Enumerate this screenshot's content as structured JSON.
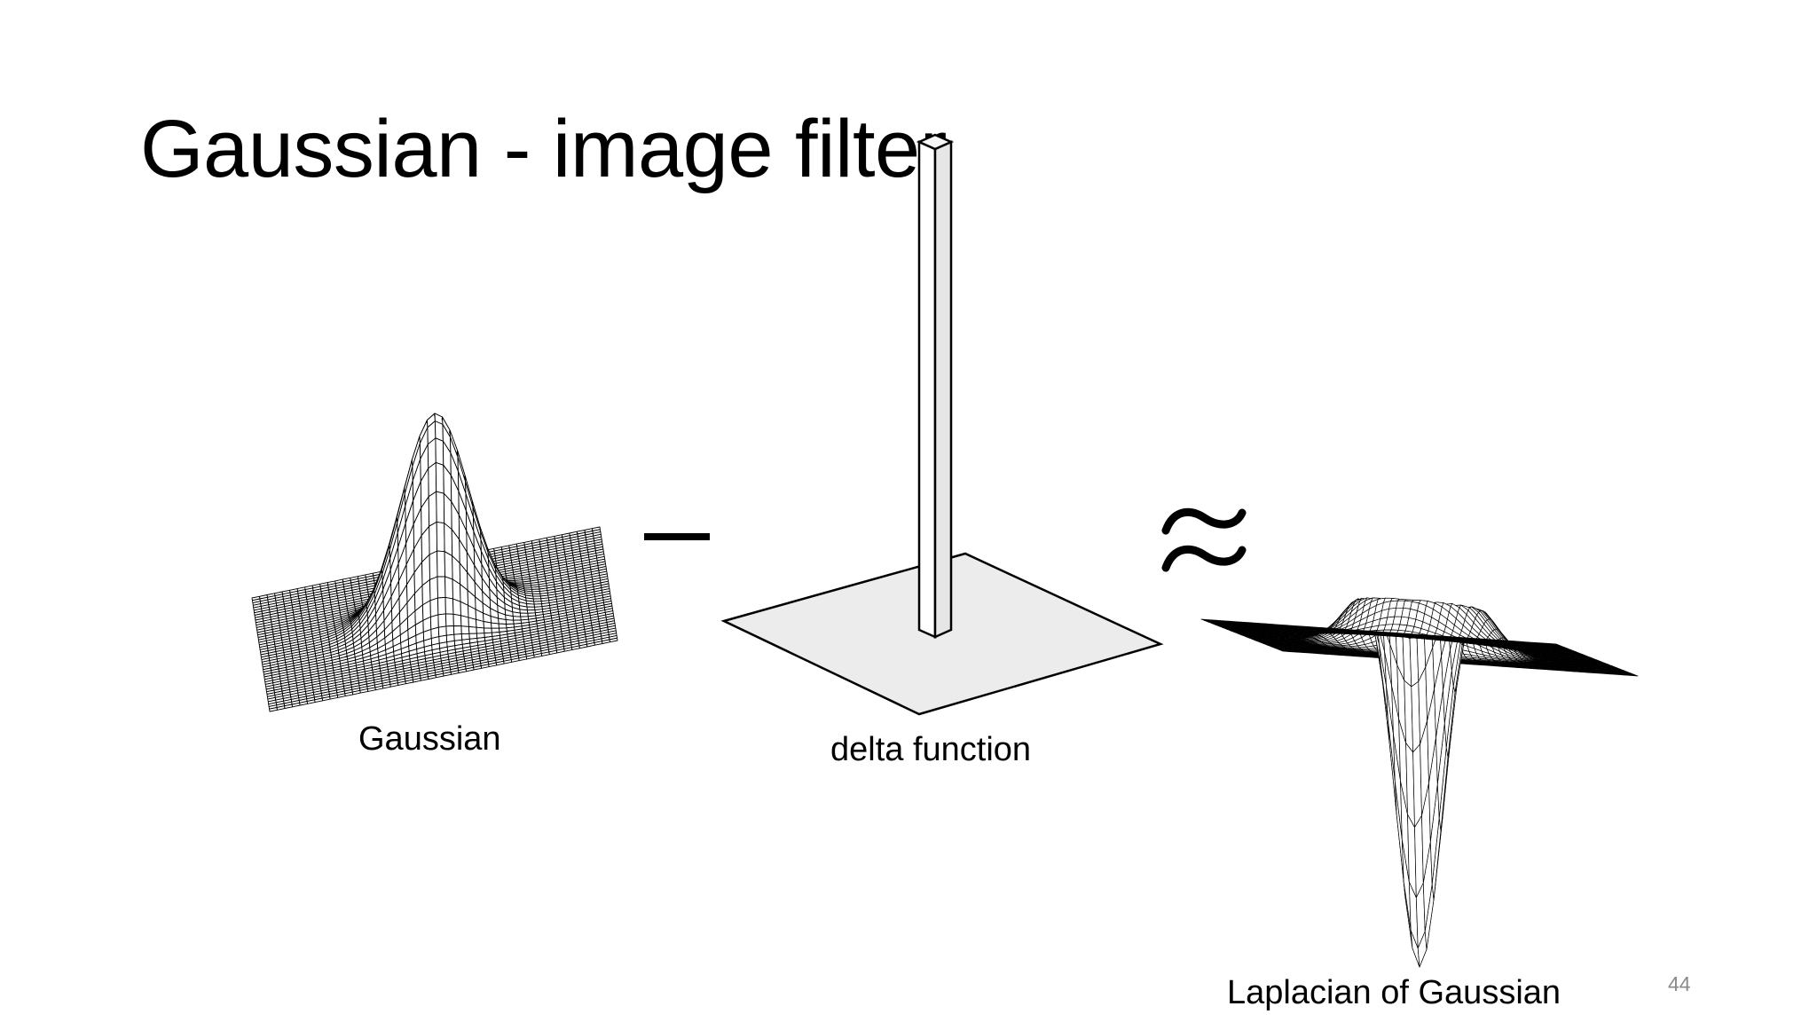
{
  "slide": {
    "title": "Gaussian - image filter",
    "page_number": "44"
  },
  "captions": {
    "gaussian": "Gaussian",
    "delta": "delta function",
    "log": "Laplacian of Gaussian"
  },
  "operators": {
    "minus": "minus-sign",
    "approx": "approximately-equal-sign"
  },
  "colors": {
    "text": "#000000",
    "page_number": "#8a8a8a",
    "surface_fill": "#ffffff",
    "plane_fill": "#ececec",
    "mesh_stroke": "#000000"
  }
}
